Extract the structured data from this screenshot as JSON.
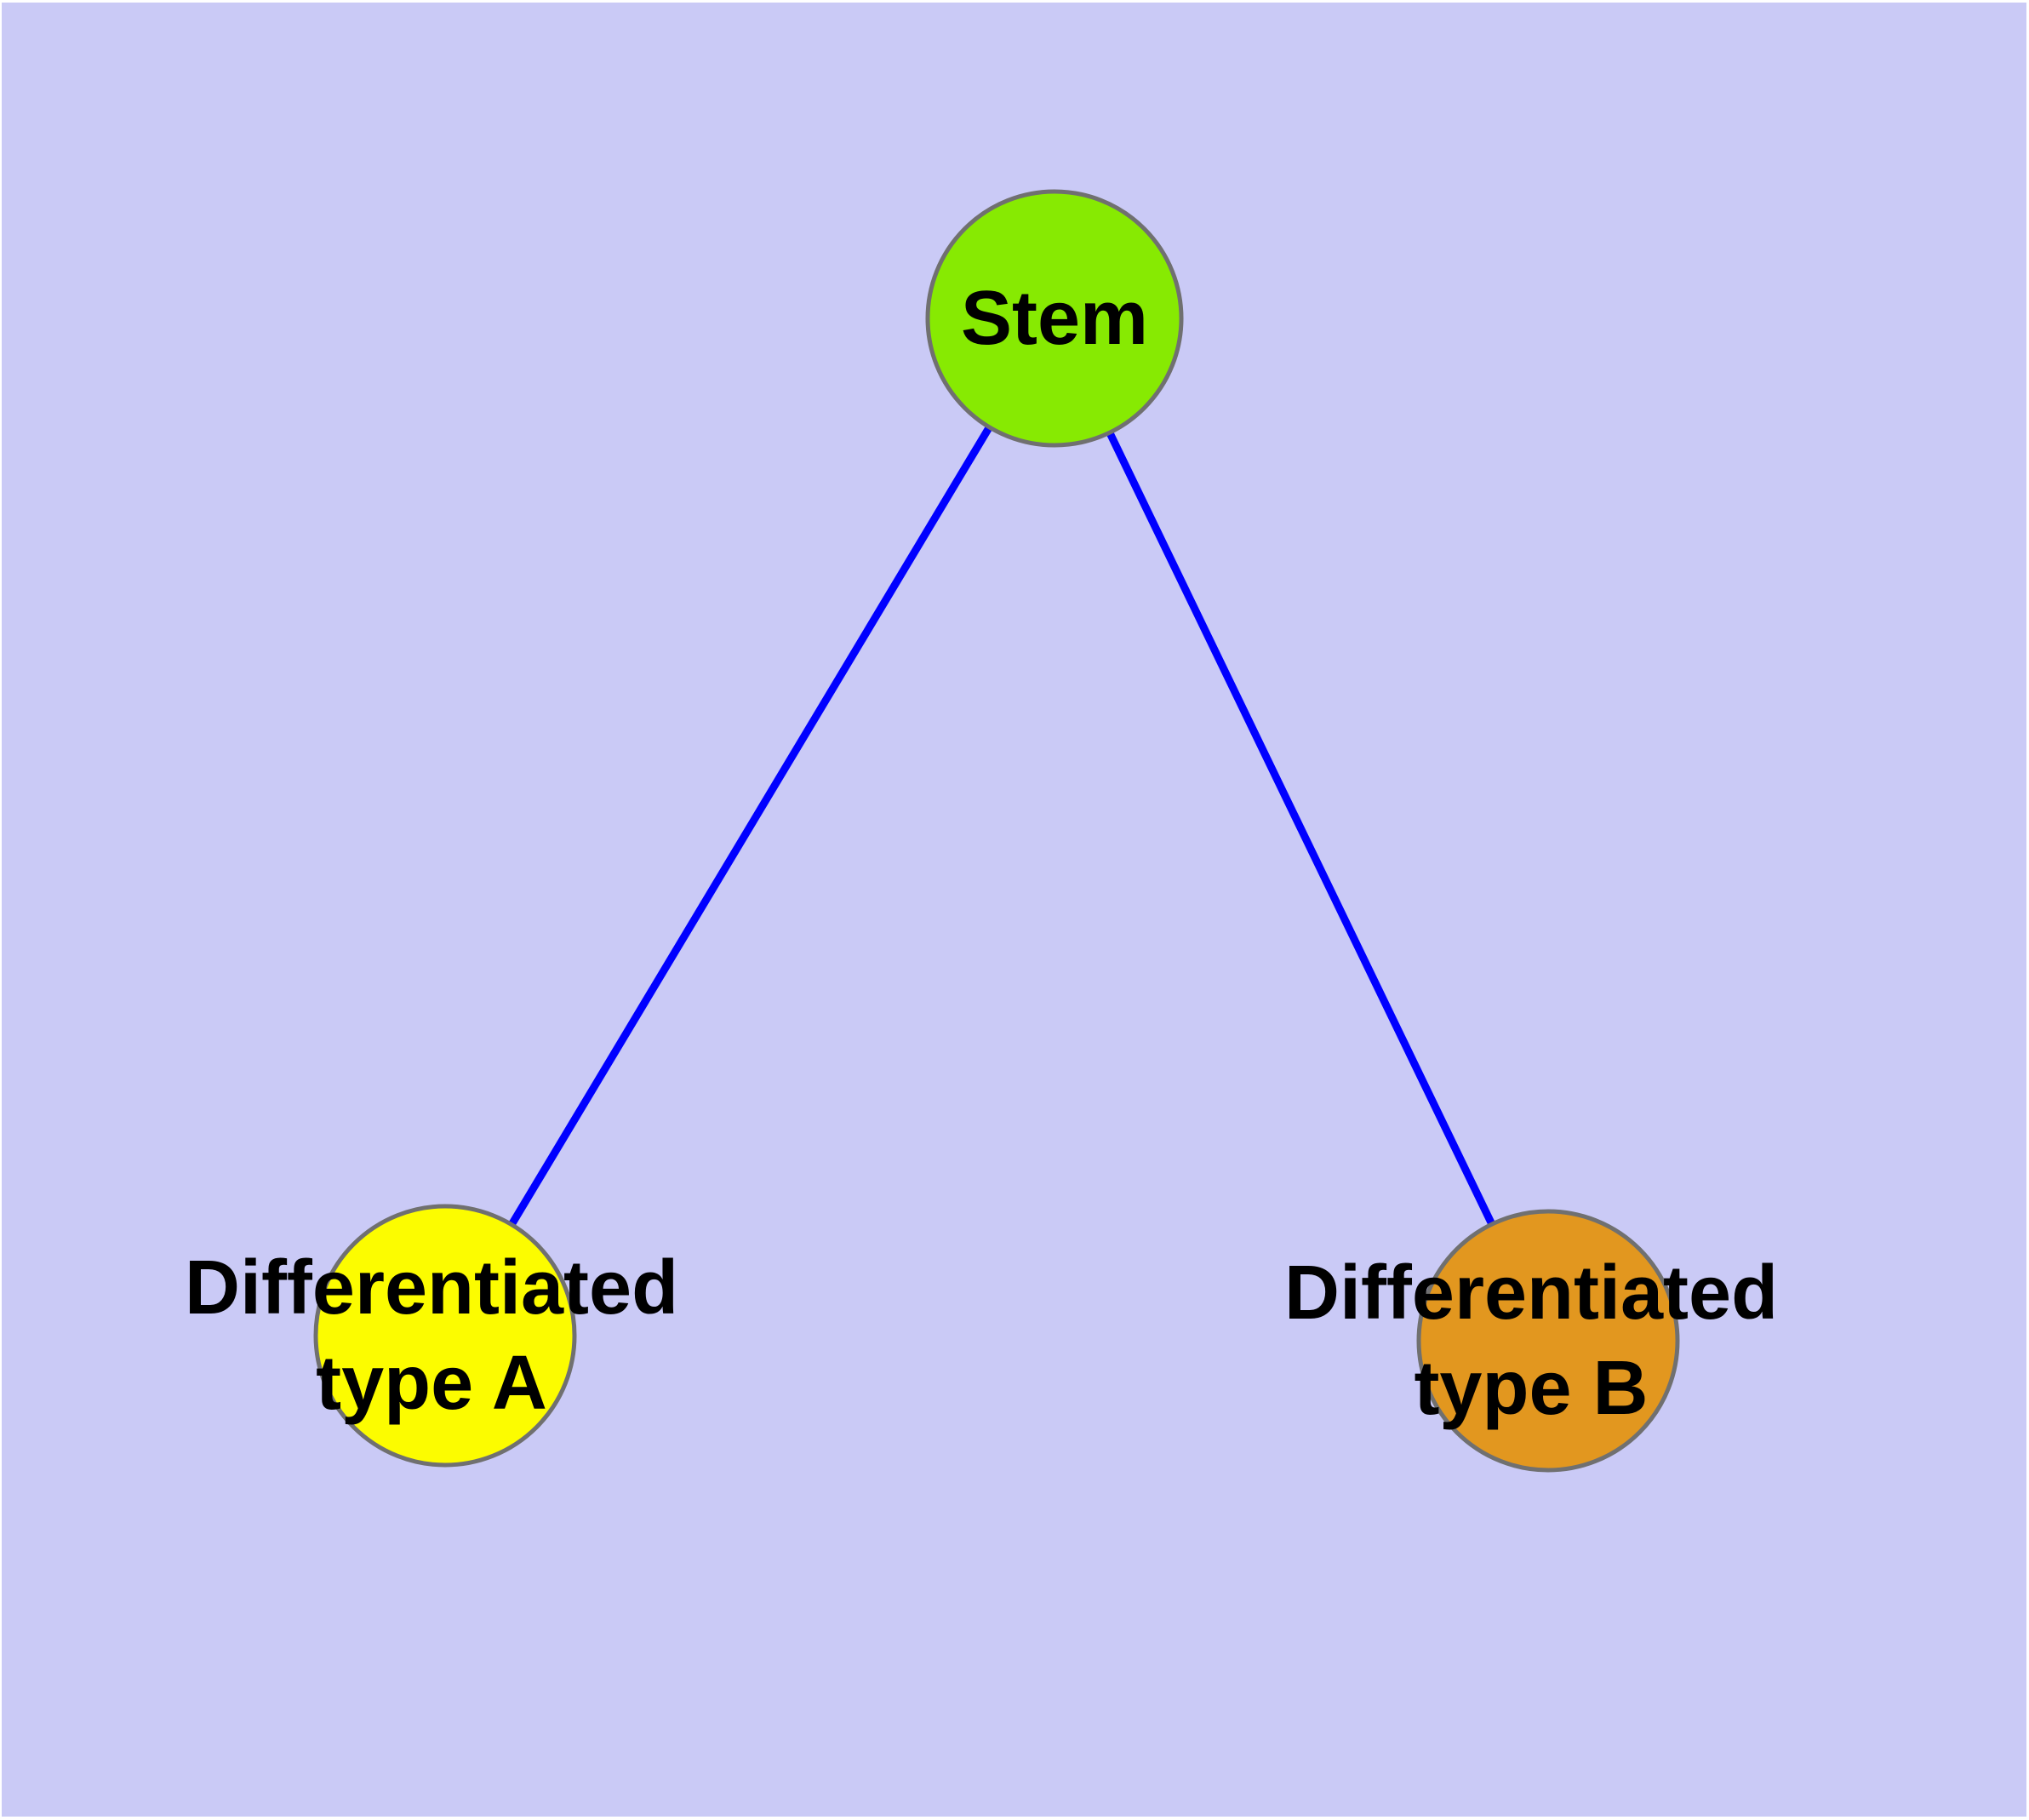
{
  "diagram": {
    "kind": "node-link tree diagram",
    "colors": {
      "background": "#cacaf6",
      "frame": "#ffffff",
      "edge": "#0000ff",
      "node_border": "#707070",
      "label_text": "#000000"
    },
    "nodes": [
      {
        "id": "stem",
        "label_lines": [
          "Stem"
        ],
        "label_full": "Stem",
        "fill": "#87ea02"
      },
      {
        "id": "type-a",
        "label_lines": [
          "Differentiated",
          "type A"
        ],
        "label_full": "Differentiated type A",
        "fill": "#fcfc00"
      },
      {
        "id": "type-b",
        "label_lines": [
          "Differentiated",
          "type B"
        ],
        "label_full": "Differentiated type B",
        "fill": "#e2971f"
      }
    ],
    "edges": [
      {
        "from": "Stem",
        "to": "Differentiated type A"
      },
      {
        "from": "Stem",
        "to": "Differentiated type B"
      }
    ]
  }
}
